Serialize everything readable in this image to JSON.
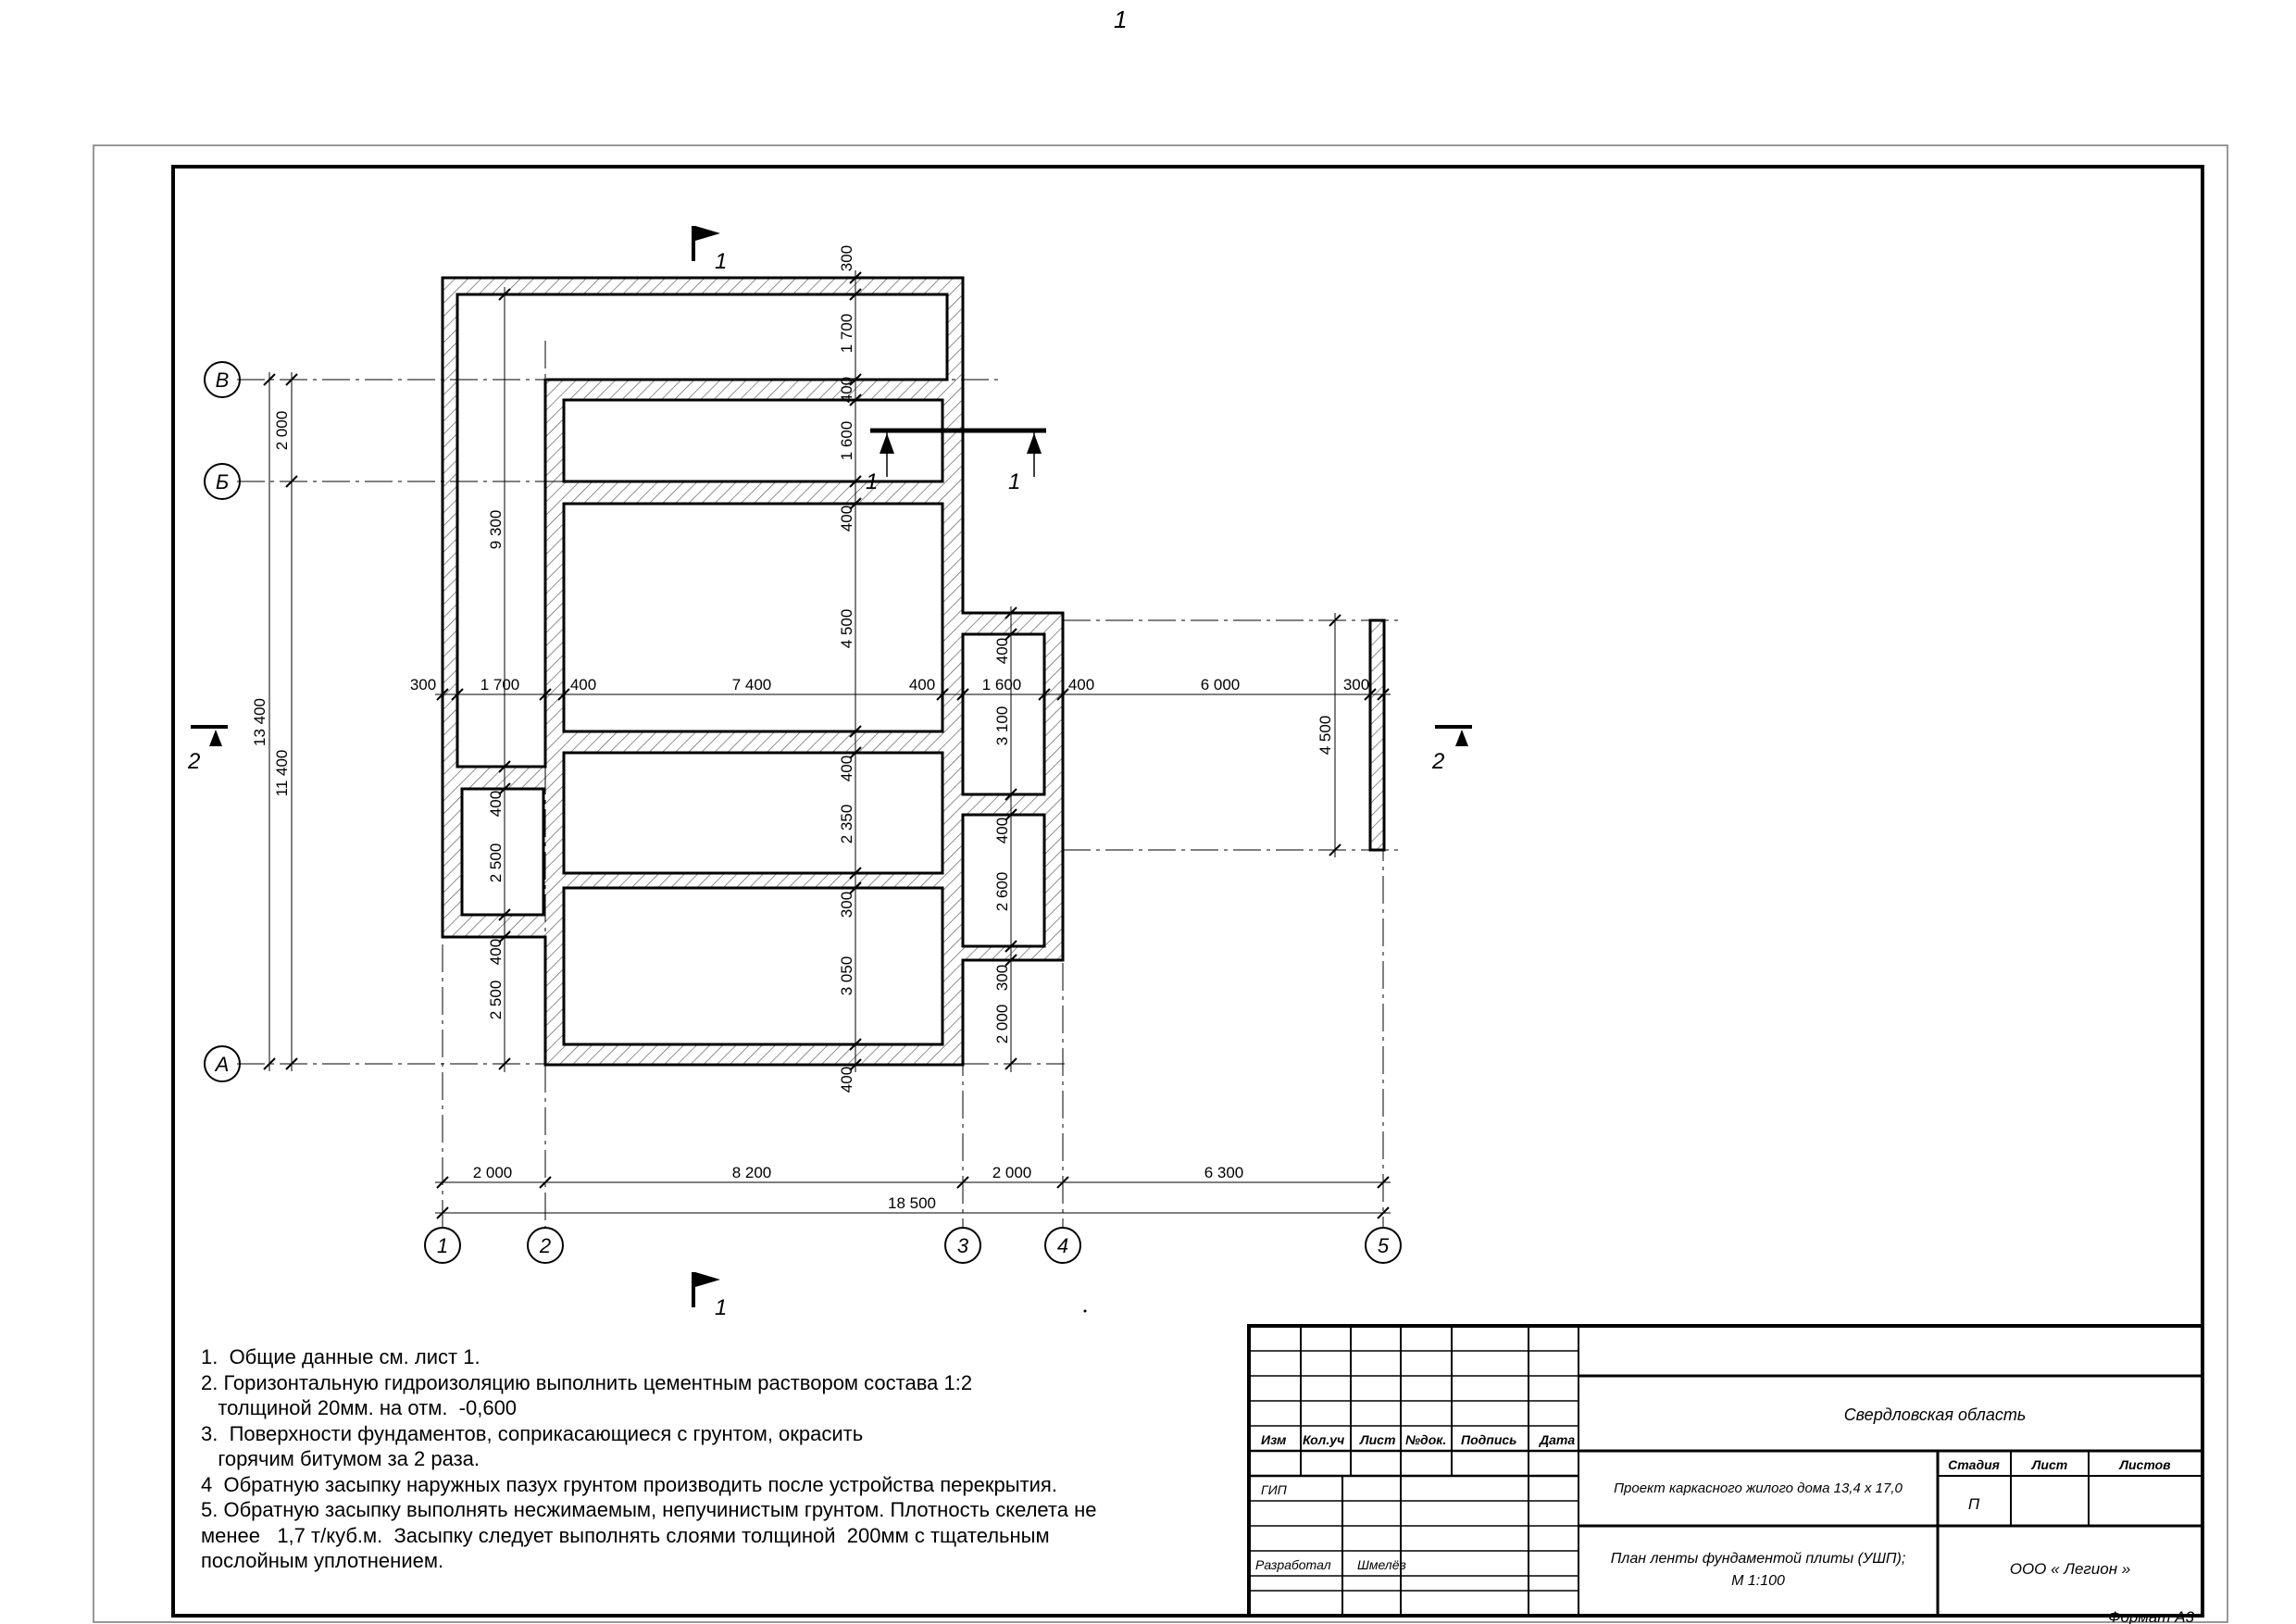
{
  "sheet": {
    "top_number": "1",
    "format_label": "Формат А3"
  },
  "section_marks": {
    "sec1_top": "1",
    "sec1_bottom": "1",
    "sec1_small_left": "1",
    "sec1_small_right": "1",
    "sec2_left": "2",
    "sec2_right": "2"
  },
  "axes": {
    "rows": [
      "В",
      "Б",
      "А"
    ],
    "columns": [
      "1",
      "2",
      "3",
      "4",
      "5"
    ]
  },
  "dimensions": {
    "bottom_chain": [
      "2 000",
      "8 200",
      "2 000",
      "6 300"
    ],
    "bottom_total": "18 500",
    "left_total": "13 400",
    "left_partial": "11 400",
    "left_top": "2 000",
    "horizontal_chain": [
      "300",
      "1 700",
      "400",
      "7 400",
      "400",
      "1 600",
      "400",
      "6 000",
      "300"
    ],
    "vertical_center": [
      "300",
      "1 700",
      "400",
      "1 600",
      "400",
      "4 500",
      "400",
      "2 350",
      "300",
      "3 050",
      "400"
    ],
    "left_inner": [
      "9 300",
      "400",
      "2 500",
      "400",
      "2 500"
    ],
    "right_inner": [
      "400",
      "3 100",
      "400",
      "2 600",
      "300",
      "2 000"
    ],
    "right_slab": "4 500"
  },
  "notes": [
    "1.  Общие данные см. лист 1.",
    "2. Горизонтальную гидроизоляцию выполнить цементным раствором состава 1:2",
    "   толщиной 20мм. на отм.  -0,600",
    "3.  Поверхности фундаментов, соприкасающиеся с грунтом, окрасить",
    "   горячим битумом за 2 раза.",
    "4  Обратную засыпку наружных пазух грунтом производить после устройства перекрытия.",
    "5. Обратную засыпку выполнять несжимаемым, непучинистым грунтом. Плотность скелета не",
    "менее   1,7 т/куб.м.  Засыпку следует выполнять слоями толщиной  200мм с тщательным",
    "послойным уплотнением."
  ],
  "title_block": {
    "headers": [
      "Изм",
      "Кол.уч",
      "Лист",
      "№док.",
      "Подпись",
      "Дата"
    ],
    "gip": "ГИП",
    "developed": "Разработал",
    "developer_name": "Шмелёв",
    "region": "Свердловская область",
    "project": "Проект каркасного жилого дома 13,4  х  17,0",
    "stage_label": "Стадия",
    "sheet_label": "Лист",
    "sheets_label": "Листов",
    "stage": "П",
    "drawing_title_1": "План ленты фундаментой плиты (УШП);",
    "drawing_title_2": "М 1:100",
    "company": "ООО « Легион »"
  }
}
